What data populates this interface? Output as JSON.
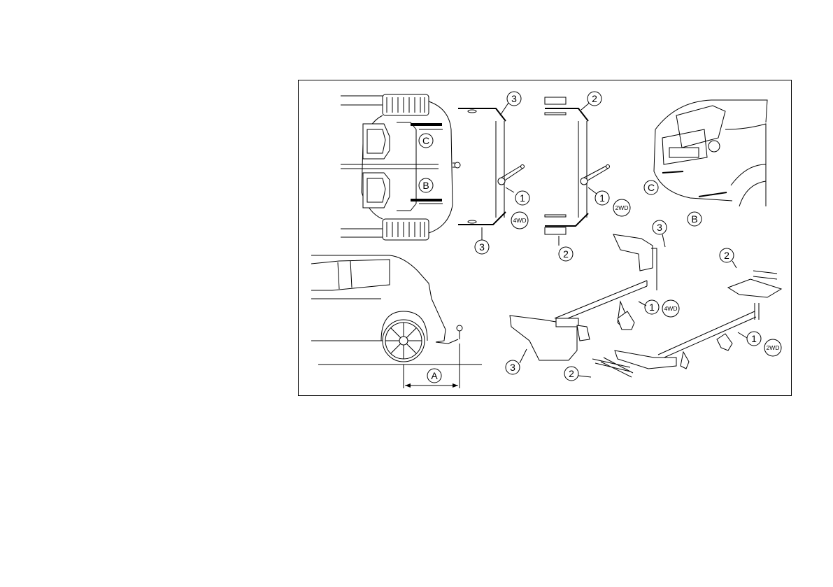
{
  "figure": {
    "border_color": "#000000",
    "callouts": {
      "c1": "3",
      "c2": "2",
      "c3": "1",
      "c4": "1",
      "c5": "3",
      "c6": "2",
      "c7": "C",
      "c8": "B",
      "c9": "C",
      "c10": "B",
      "c11": "A",
      "c12": "3",
      "c13": "2",
      "c14": "1",
      "c15": "1",
      "c16": "3",
      "c17": "2"
    },
    "tags": {
      "t1": "4WD",
      "t2": "2WD",
      "t3": "4WD",
      "t4": "2WD"
    }
  }
}
